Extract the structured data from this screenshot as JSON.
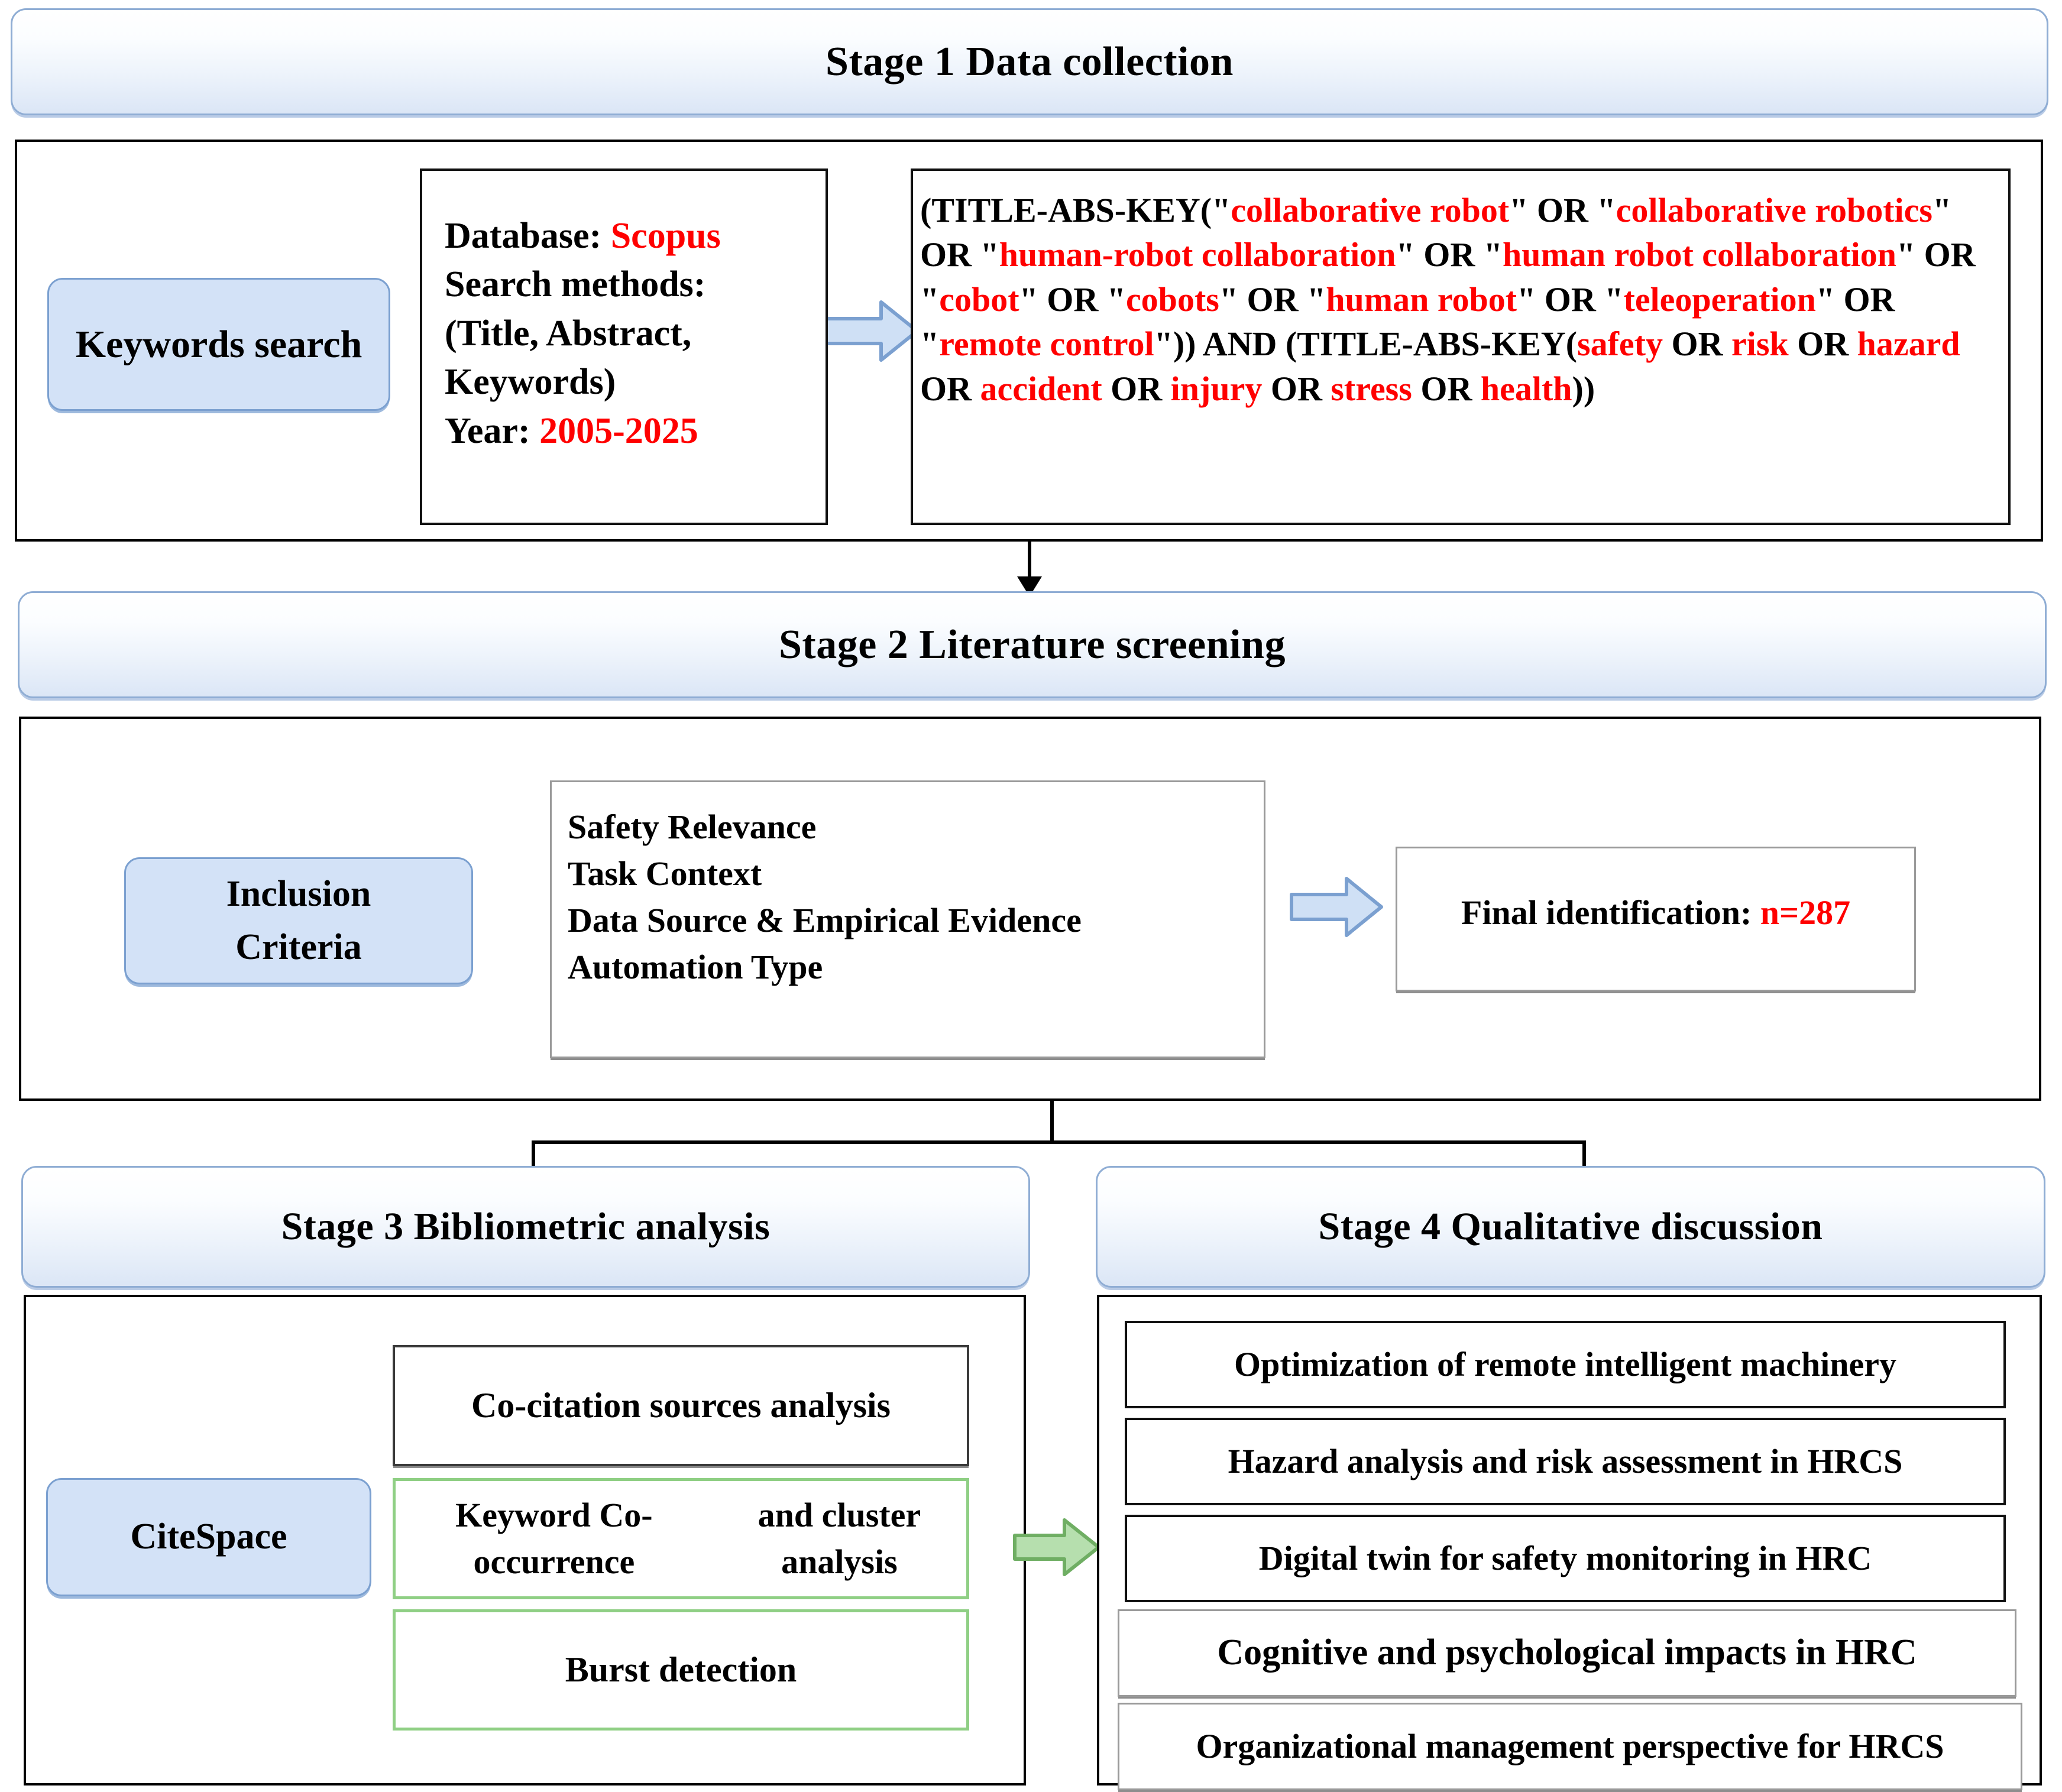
{
  "stage1": {
    "header": "Stage 1    Data collection",
    "keywords_search_label": "Keywords search",
    "database_panel": {
      "line1_label": "Database: ",
      "line1_value": "Scopus",
      "line2": "Search methods:",
      "line3": "(Title, Abstract,",
      "line4": "Keywords)",
      "line5_label": "Year: ",
      "line5_value": "2005-2025"
    },
    "query_segments": [
      {
        "t": "(TITLE-ABS-KEY(\"",
        "c": "black"
      },
      {
        "t": "collaborative robot",
        "c": "red"
      },
      {
        "t": "\" OR \"",
        "c": "black"
      },
      {
        "t": "collaborative robotics",
        "c": "red"
      },
      {
        "t": "\" OR \"",
        "c": "black"
      },
      {
        "t": "human-robot collaboration",
        "c": "red"
      },
      {
        "t": "\" OR \"",
        "c": "black"
      },
      {
        "t": "human robot collaboration",
        "c": "red"
      },
      {
        "t": "\" OR \"",
        "c": "black"
      },
      {
        "t": "cobot",
        "c": "red"
      },
      {
        "t": "\" OR \"",
        "c": "black"
      },
      {
        "t": "cobots",
        "c": "red"
      },
      {
        "t": "\" OR \"",
        "c": "black"
      },
      {
        "t": "human robot",
        "c": "red"
      },
      {
        "t": "\" OR \"",
        "c": "black"
      },
      {
        "t": "teleoperation",
        "c": "red"
      },
      {
        "t": "\" OR \"",
        "c": "black"
      },
      {
        "t": "remote control",
        "c": "red"
      },
      {
        "t": "\")) AND (TITLE-ABS-KEY(",
        "c": "black"
      },
      {
        "t": "safety",
        "c": "red"
      },
      {
        "t": " OR ",
        "c": "black"
      },
      {
        "t": "risk",
        "c": "red"
      },
      {
        "t": " OR ",
        "c": "black"
      },
      {
        "t": "hazard",
        "c": "red"
      },
      {
        "t": " OR ",
        "c": "black"
      },
      {
        "t": "accident",
        "c": "red"
      },
      {
        "t": " OR ",
        "c": "black"
      },
      {
        "t": "injury",
        "c": "red"
      },
      {
        "t": " OR ",
        "c": "black"
      },
      {
        "t": "stress",
        "c": "red"
      },
      {
        "t": " OR ",
        "c": "black"
      },
      {
        "t": "health",
        "c": "red"
      },
      {
        "t": "))",
        "c": "black"
      }
    ]
  },
  "stage2": {
    "header": "Stage 2    Literature screening",
    "inclusion_criteria_label_line1": "Inclusion",
    "inclusion_criteria_label_line2": "Criteria",
    "criteria": [
      "Safety Relevance",
      "Task Context",
      "Data Source  &  Empirical Evidence",
      "Automation Type"
    ],
    "final_identification_label": "Final identification: ",
    "final_identification_value": "n=287"
  },
  "stage3": {
    "header": "Stage 3    Bibliometric analysis",
    "tool_label": "CiteSpace",
    "analyses": [
      {
        "label": "Co-citation sources analysis",
        "style": "dark"
      },
      {
        "label": "Keyword Co-occurrence\nand cluster analysis",
        "style": "green"
      },
      {
        "label": "Burst detection",
        "style": "green"
      }
    ]
  },
  "stage4": {
    "header": "Stage 4    Qualitative discussion",
    "topics": [
      {
        "label": "Optimization of remote intelligent machinery",
        "style": "black"
      },
      {
        "label": "Hazard analysis and risk assessment in HRCS",
        "style": "black"
      },
      {
        "label": "Digital twin for safety monitoring in HRC",
        "style": "black"
      },
      {
        "label": "Cognitive and psychological impacts in HRC",
        "style": "gray"
      },
      {
        "label": "Organizational management perspective for HRCS",
        "style": "gray"
      }
    ]
  },
  "colors": {
    "accent_blue": "#d3e2f7",
    "accent_blue_border": "#7ba0d0",
    "highlight_red": "#ff0000",
    "green_border": "#8fcf84",
    "gray_border": "#9a9a9a"
  },
  "icons": {
    "arrow_right_blue": "block-arrow-right",
    "arrow_right_green": "block-arrow-right",
    "arrow_down": "arrow-down"
  }
}
